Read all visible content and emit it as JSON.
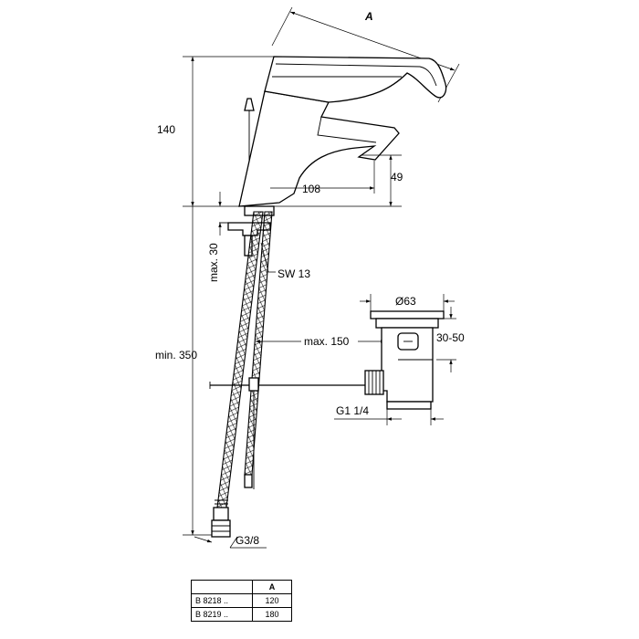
{
  "labels": {
    "dim_a": "A",
    "dim_140": "140",
    "dim_108": "108",
    "dim_49": "49",
    "max_30": "max. 30",
    "sw_13": "SW 13",
    "min_350": "min. 350",
    "max_150": "max. 150",
    "d63": "Ø63",
    "r30_50": "30-50",
    "g1_1_4": "G1 1/4",
    "g3_8": "G3/8"
  },
  "table": {
    "header": [
      "",
      "A"
    ],
    "rows": [
      [
        "B 8218 ..",
        "120"
      ],
      [
        "B 8219 ..",
        "180"
      ]
    ]
  },
  "colors": {
    "line": "#000000",
    "background": "#ffffff"
  }
}
